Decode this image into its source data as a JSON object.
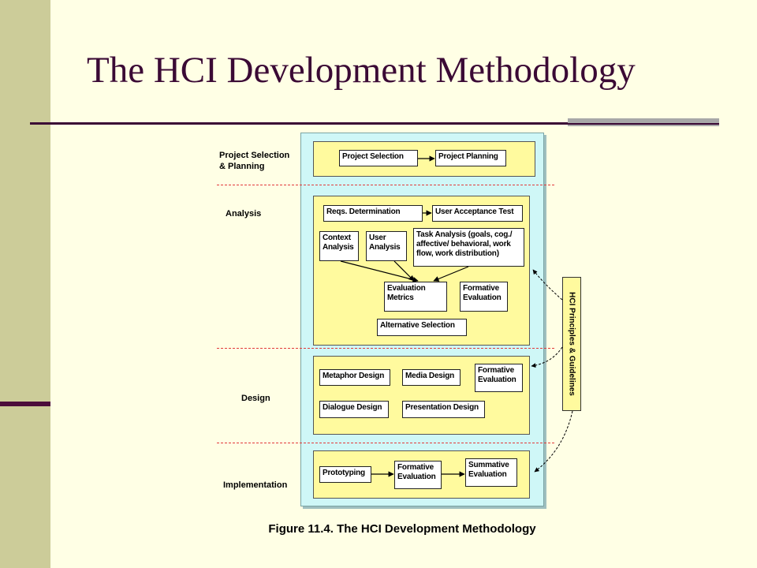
{
  "slide": {
    "title": "The HCI Development Methodology",
    "caption": "Figure 11.4. The HCI Development Methodology"
  },
  "diagram": {
    "phases": {
      "planning": "Project Selection\n& Planning",
      "analysis": "Analysis",
      "design": "Design",
      "implementation": "Implementation"
    },
    "nodes": {
      "project_selection": "Project Selection",
      "project_planning": "Project Planning",
      "reqs_determination": "Reqs. Determination",
      "user_acceptance_test": "User Acceptance Test",
      "context_analysis": "Context\nAnalysis",
      "user_analysis": "User\nAnalysis",
      "task_analysis": "Task Analysis (goals, cog./\naffective/ behavioral, work\nflow, work distribution)",
      "evaluation_metrics": "Evaluation\nMetrics",
      "formative_evaluation_analysis": "Formative\nEvaluation",
      "alternative_selection": "Alternative Selection",
      "metaphor_design": "Metaphor Design",
      "media_design": "Media Design",
      "formative_evaluation_design": "Formative\nEvaluation",
      "dialogue_design": "Dialogue Design",
      "presentation_design": "Presentation Design",
      "prototyping": "Prototyping",
      "formative_evaluation_impl": "Formative\nEvaluation",
      "summative_evaluation": "Summative\nEvaluation"
    },
    "guidelines": "HCI Principles & Guidelines"
  },
  "colors": {
    "title": "#3B0A35",
    "background": "#FFFFE5",
    "left_strip": "#CCCC99",
    "panel": "#CFF7F7",
    "phase_fill": "#FFFA9E",
    "dashed_divider": "#E23A3A"
  }
}
